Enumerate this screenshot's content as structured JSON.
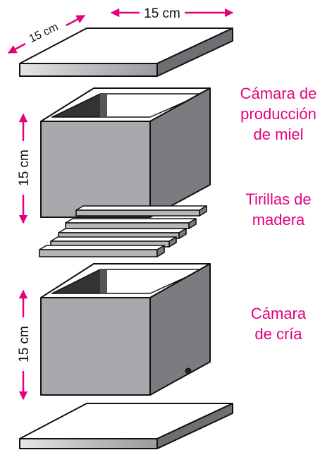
{
  "dimensions": {
    "top_width": "15 cm",
    "top_depth": "15 cm",
    "honey_chamber_height": "15 cm",
    "brood_chamber_height": "15 cm"
  },
  "labels": {
    "honey_chamber": [
      "Cámara de",
      "producción",
      "de miel"
    ],
    "wood_strips": [
      "Tirillas de",
      "madera"
    ],
    "brood_chamber": [
      "Cámara",
      "de cría"
    ]
  },
  "colors": {
    "arrow": "#e6007e",
    "label": "#e6007e",
    "box_front": "#a8a8ad",
    "box_side": "#7b7b80",
    "interior": "#3a3a3a",
    "outline": "#111111"
  }
}
